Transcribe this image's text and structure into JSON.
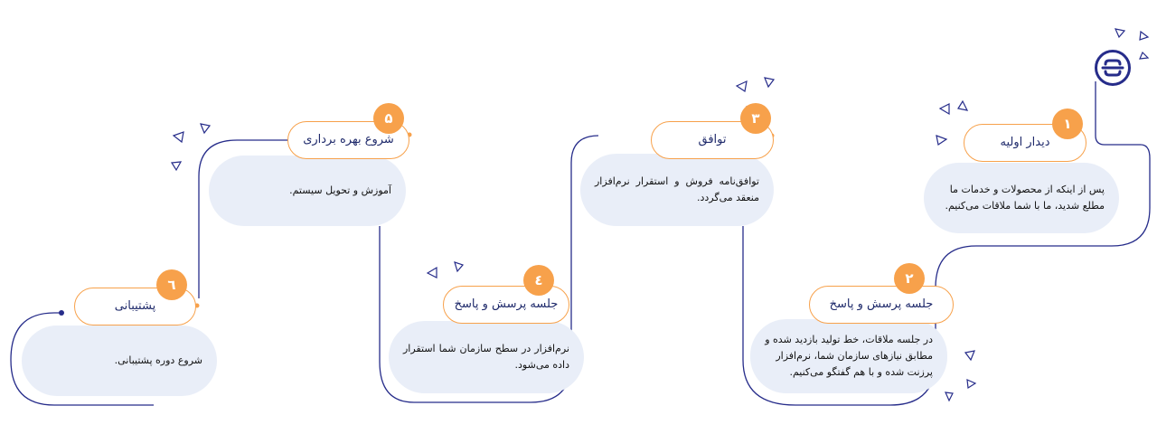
{
  "brand": {
    "logo_icon": "brand-logo-icon",
    "color_primary": "#262c8a",
    "color_accent": "#f7a14b",
    "color_bubble": "#e9eef8"
  },
  "steps": [
    {
      "number": "۱",
      "title": "دیدار اولیه",
      "text": "پس از اینکه از محصولات و خدمات ما مطلع شدید، ما با شما ملاقات می‌کنیم."
    },
    {
      "number": "۲",
      "title": "جلسه پرسش و پاسخ",
      "text": "در جلسه ملاقات، خط تولید بازدید شده و مطابق نیازهای سازمان شما، نرم‌افزار پرزنت شده و با هم گفتگو می‌کنیم."
    },
    {
      "number": "۳",
      "title": "توافق",
      "text": "توافق‌نامه فروش و استقرار نرم‌افزار منعقد می‌گردد."
    },
    {
      "number": "٤",
      "title": "جلسه پرسش و پاسخ",
      "text": "نرم‌افزار در سطح سازمان شما استقرار داده می‌شود."
    },
    {
      "number": "۵",
      "title": "شروع بهره برداری",
      "text": "آموزش و تحویل سیستم."
    },
    {
      "number": "٦",
      "title": "پشتیبانی",
      "text": "شروع دوره پشتیبانی."
    }
  ]
}
